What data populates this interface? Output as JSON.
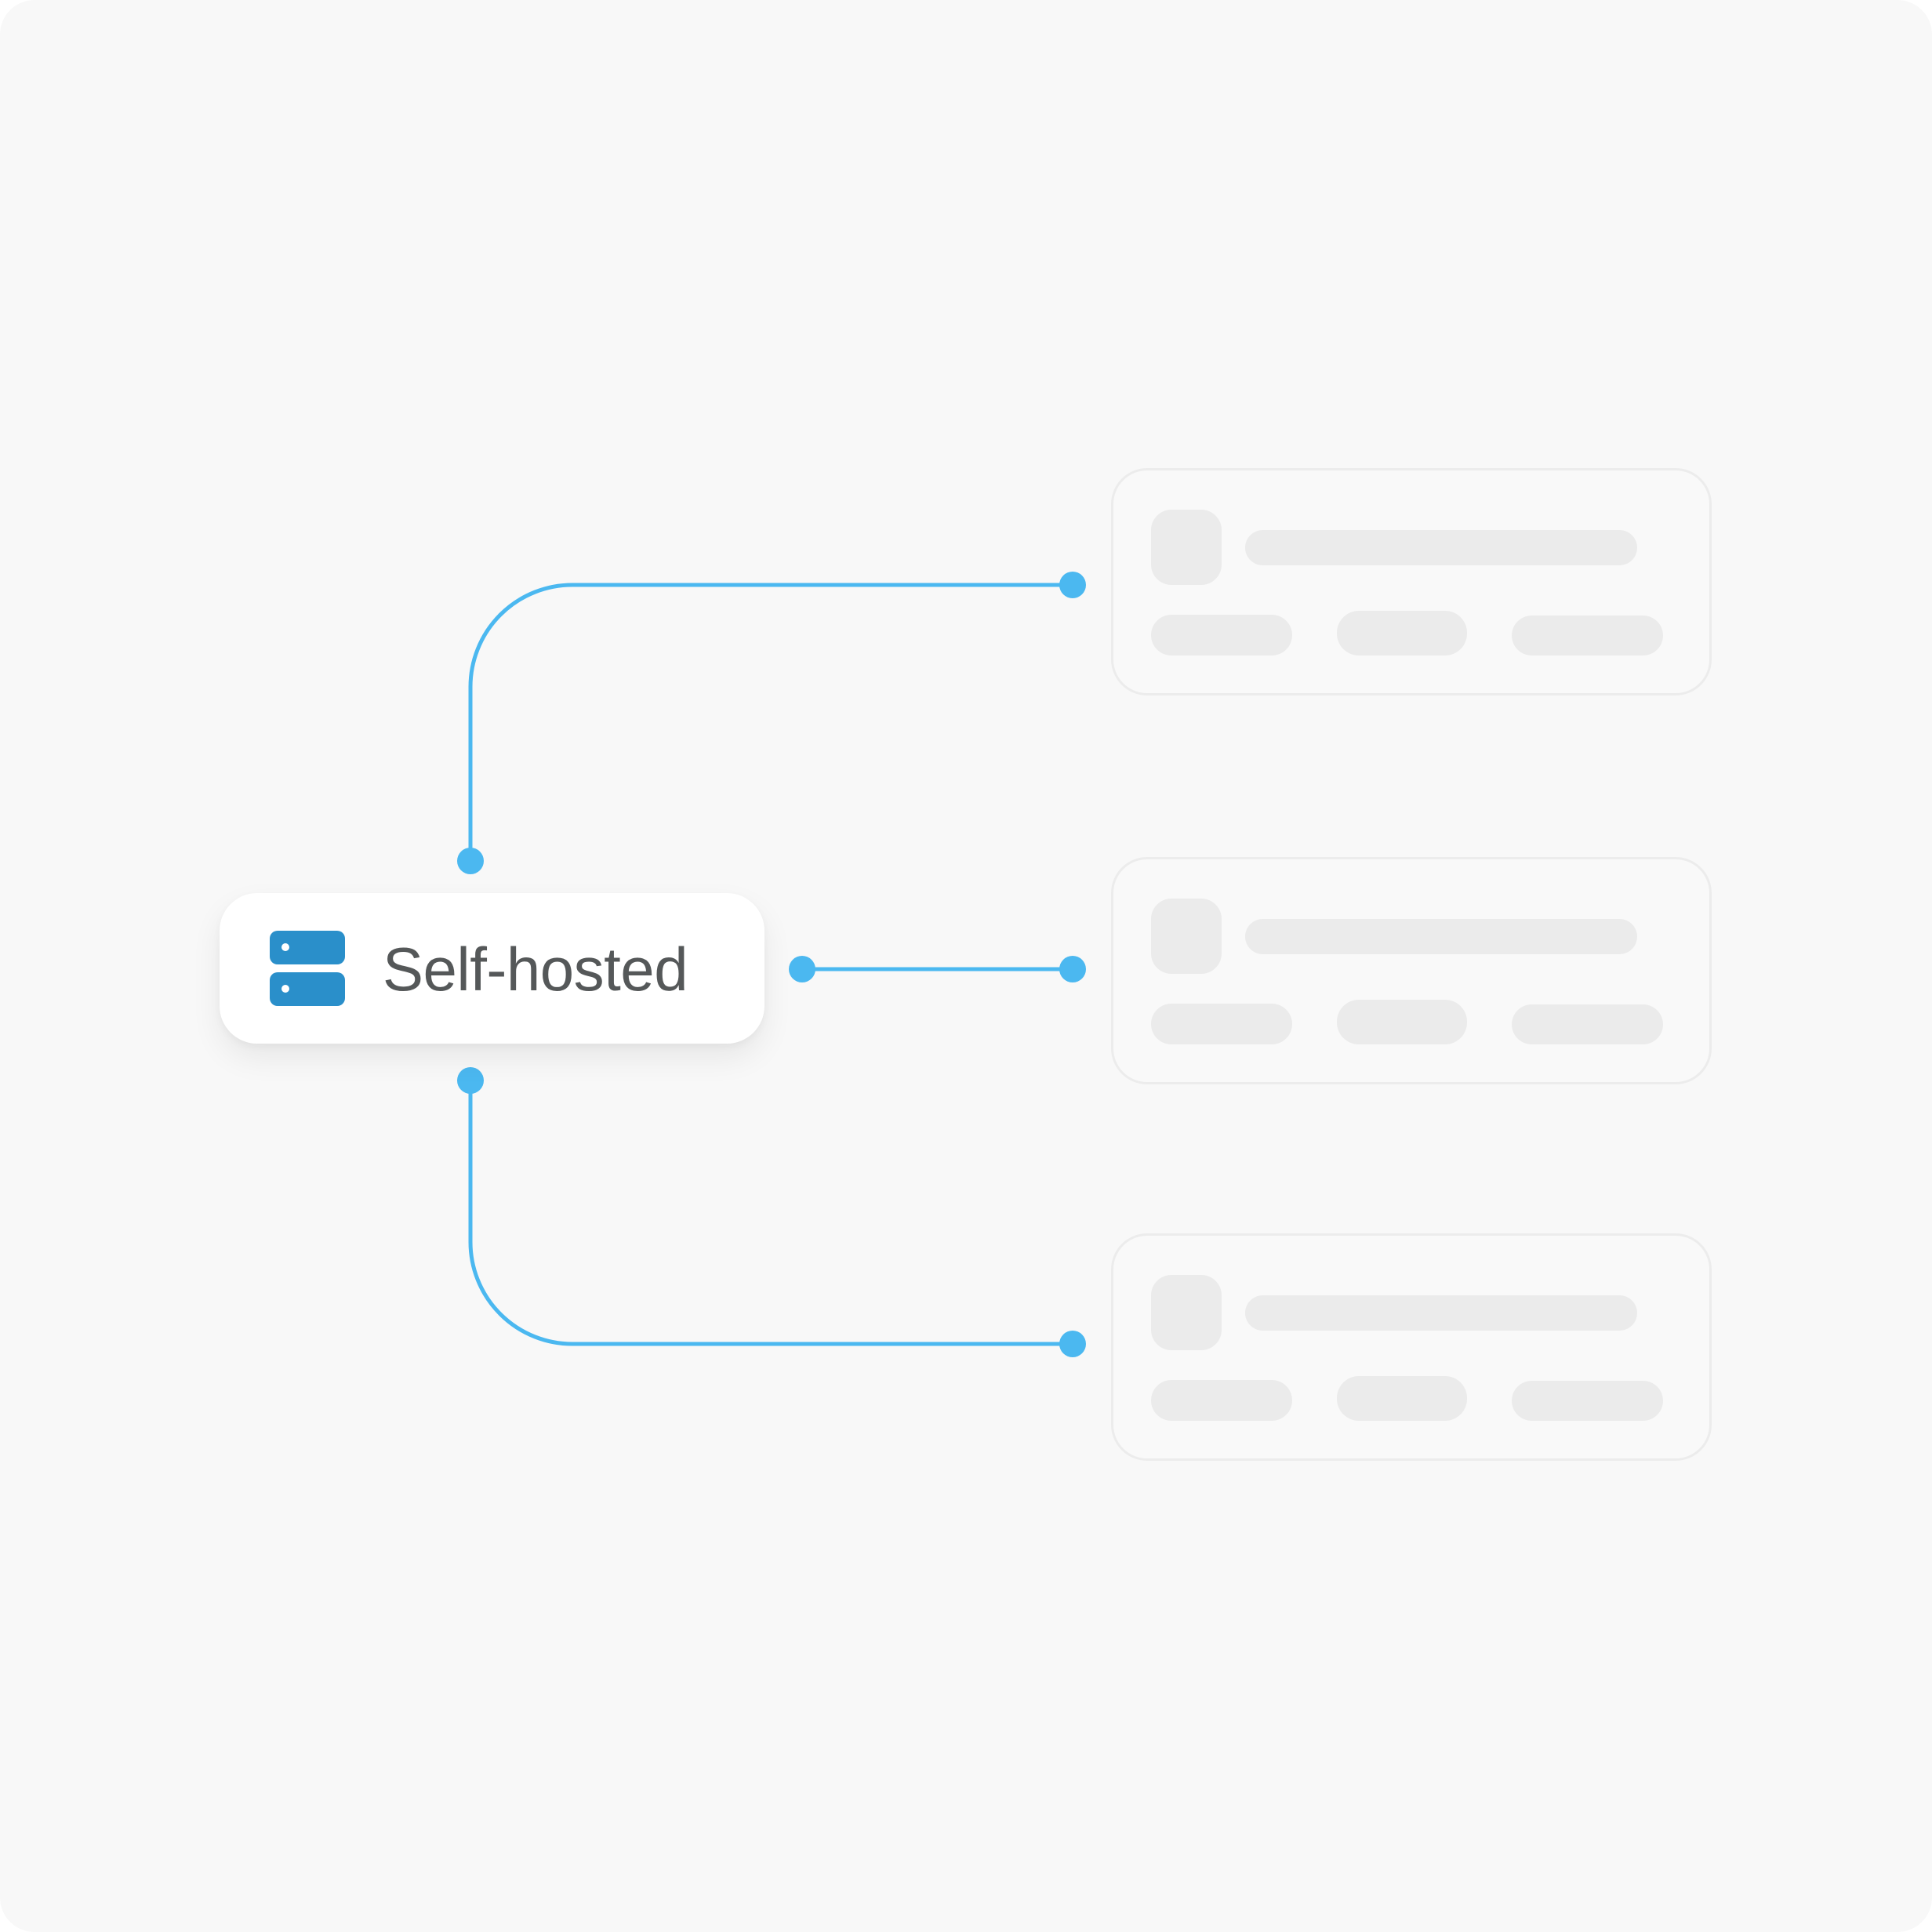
{
  "diagram": {
    "source_node": {
      "label": "Self-hosted",
      "icon": "server-stack-icon",
      "icon_color": "#2a8fca"
    },
    "connector_color": "#4bb8f0",
    "targets": [
      {
        "kind": "placeholder-card",
        "position": "top"
      },
      {
        "kind": "placeholder-card",
        "position": "middle"
      },
      {
        "kind": "placeholder-card",
        "position": "bottom"
      }
    ],
    "colors": {
      "background": "#f8f8f8",
      "card_border": "#ececec",
      "placeholder_fill": "#ebebeb",
      "label_text": "#555859"
    }
  }
}
